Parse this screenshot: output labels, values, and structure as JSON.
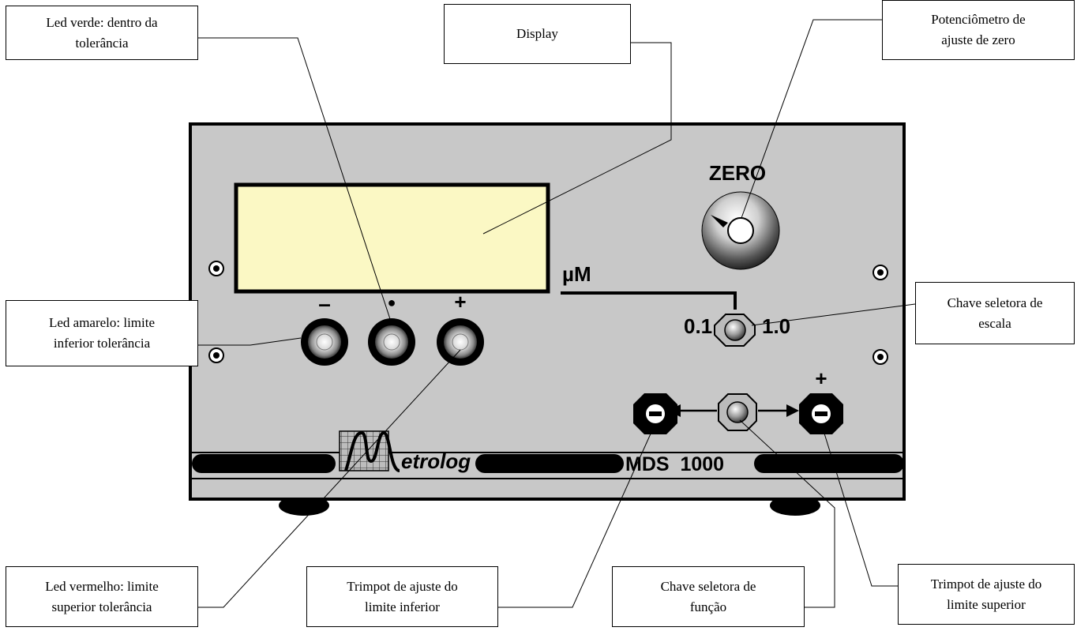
{
  "callouts": {
    "led_green": "Led verde: dentro da\ntolerância",
    "display": "Display",
    "zero_pot": "Potenciômetro de\najuste de zero",
    "led_yellow": "Led amarelo: limite\ninferior  tolerância",
    "scale_switch": "Chave seletora de\nescala",
    "led_red": "Led vermelho: limite\nsuperior tolerância",
    "trimpot_lower": "Trimpot de ajuste do\nlimite inferior",
    "function_switch": "Chave seletora de\nfunção",
    "trimpot_upper": "Trimpot de ajuste do\nlimite superior"
  },
  "panel": {
    "zero_label": "ZERO",
    "unit_label": "µM",
    "scale_low": "0.1",
    "scale_high": "1.0",
    "led_minus": "–",
    "led_dot": "●",
    "led_plus": "+",
    "trim_minus": "–",
    "trim_plus": "+",
    "brand": "etrolog",
    "model": "MDS  1000"
  },
  "colors": {
    "panel": "#c8c8c8",
    "display": "#fbf8c4",
    "ink": "#000000"
  }
}
